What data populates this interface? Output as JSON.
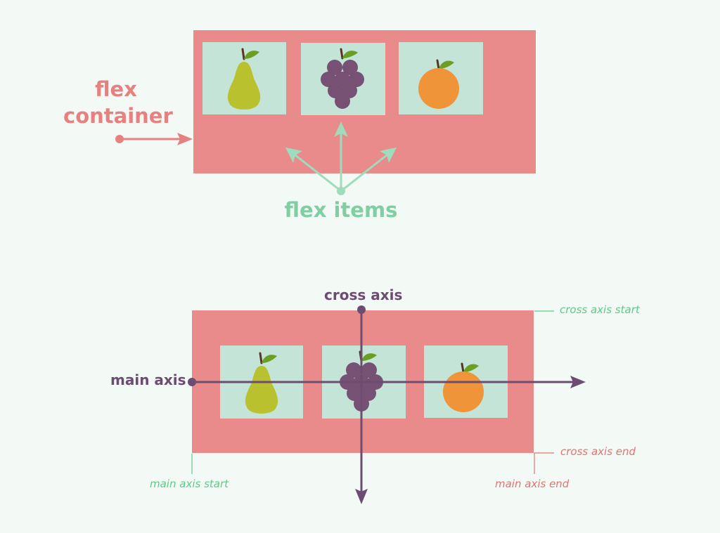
{
  "labels": {
    "flex_container_line1": "flex",
    "flex_container_line2": "container",
    "flex_items": "flex items",
    "cross_axis": "cross axis",
    "main_axis": "main axis",
    "cross_axis_start": "cross axis start",
    "cross_axis_end": "cross axis end",
    "main_axis_start": "main axis start",
    "main_axis_end": "main axis end"
  },
  "items": [
    "pear",
    "grapes",
    "orange"
  ],
  "colors": {
    "background": "#f3f9f5",
    "container": "#e98b8b",
    "item": "#c4e4d8",
    "axis": "#6d4c72",
    "flex_items_label": "#7fcfa2",
    "container_label": "#e8807f",
    "start_label": "#5dca88",
    "end_label": "#e07570",
    "pear": "#b9c12e",
    "grape": "#765173",
    "orange": "#ef9438",
    "leaf": "#6a9f22",
    "stem": "#5a3524"
  }
}
